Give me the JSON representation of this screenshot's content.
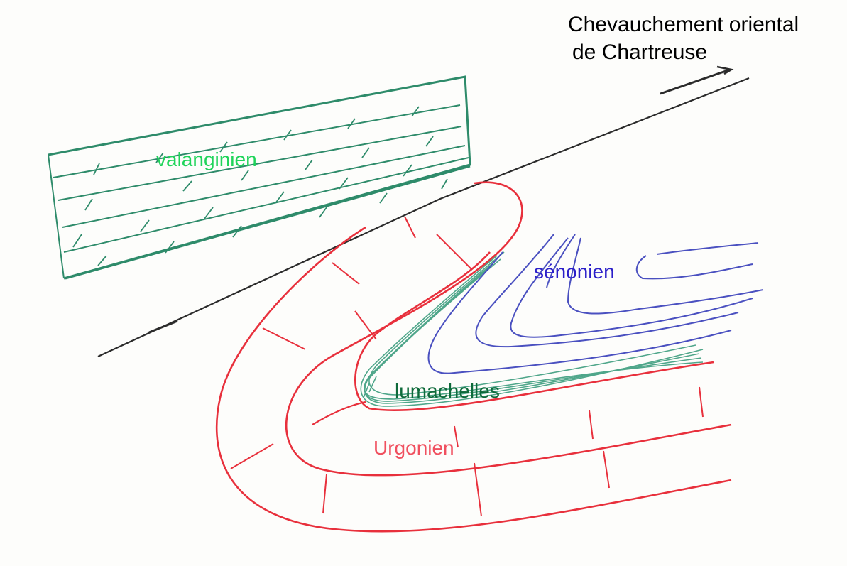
{
  "title": {
    "line1": "Chevauchement oriental",
    "line2": "de Chartreuse"
  },
  "labels": {
    "valanginien": "valanginien",
    "senonien": "sénonien",
    "lumachelles": "lumachelles",
    "urgonien": "Urgonien"
  },
  "colors": {
    "valanginien": "#1fd45a",
    "valanginien_strokes": "#2e8b6a",
    "senonien": "#2b1fc9",
    "senonien_strokes": "#4a50c0",
    "lumachelles": "#0e6a3a",
    "lumachelles_strokes": "#4fa68a",
    "urgonien": "#f0505f",
    "urgonien_strokes": "#e8303c",
    "thrust_line": "#2b2b2b"
  }
}
